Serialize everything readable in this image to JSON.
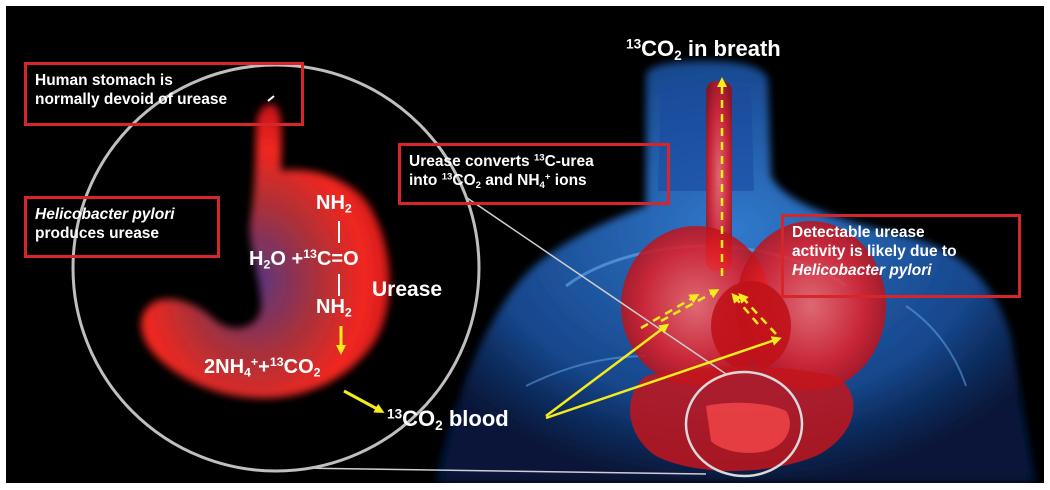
{
  "title": {
    "pre": "13",
    "main": "CO",
    "sub": "2",
    "rest": " in breath"
  },
  "box_stomach": {
    "line1": "Human stomach is",
    "line2": "normally devoid of urease"
  },
  "box_hp": {
    "line1": "Helicobacter pylori",
    "line2": "produces urease"
  },
  "box_convert": {
    "l1": "Urease converts ",
    "l1sup": "13",
    "l1b": "C-urea",
    "l2a": "into ",
    "l2sup": "13",
    "l2b": "CO",
    "l2sub": "2",
    "l2c": " and NH",
    "l2sub2": "4",
    "l2sup2": "+",
    "l2d": " ions"
  },
  "box_detect": {
    "line1": "Detectable urease",
    "line2": "activity is likely due to",
    "line3": "Helicobacter pylori"
  },
  "reaction": {
    "nh2_top": "NH",
    "nh2_top_sub": "2",
    "h2o": "H",
    "h2o_sub": "2",
    "h2o_rest": "O +",
    "c13": "13",
    "ceo": "C=O",
    "nh2_bot": "NH",
    "nh2_bot_sub": "2",
    "enzyme": "Urease",
    "prod_a": "2NH",
    "prod_sub": "4",
    "prod_sup": "+",
    "prod_b": "+",
    "prod_sup2": "13",
    "prod_c": "CO",
    "prod_sub2": "2"
  },
  "blood": {
    "sup": "13",
    "main": "CO",
    "sub": "2",
    "rest": " blood"
  },
  "colors": {
    "background": "#000000",
    "box_border": "#d7262b",
    "arrow": "#f4ec1c",
    "body_blue": "#2f7fd8",
    "organ_red": "#e8202a",
    "text": "#ffffff"
  }
}
